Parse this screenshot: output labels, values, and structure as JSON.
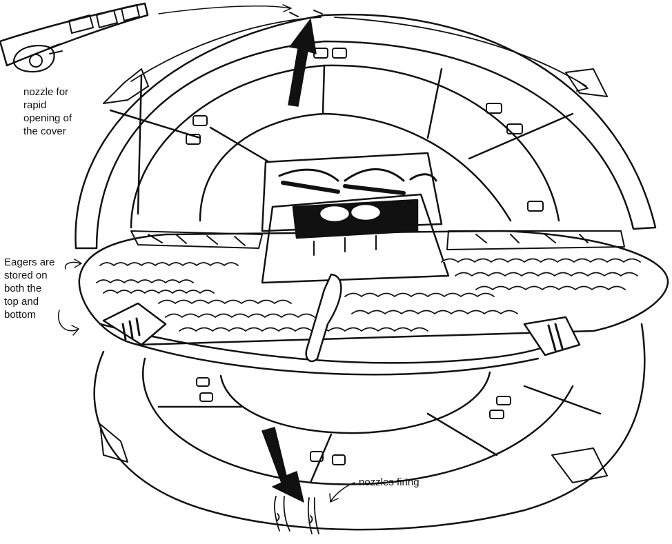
{
  "labels": {
    "nozzle_for_rapid_opening": "nozzle for\nrapid\nopening of\nthe cover",
    "eagers_stored": "Eagers are\nstored on\nboth the\ntop and\nbottom",
    "nozzles_firing": "nozzles firing"
  },
  "colors": {
    "ink": "#111111",
    "paper": "#ffffff",
    "arrow_fill": "#111111"
  },
  "icons": {
    "opening_arrow": "arrow-up-icon",
    "closing_arrow": "arrow-down-icon"
  }
}
